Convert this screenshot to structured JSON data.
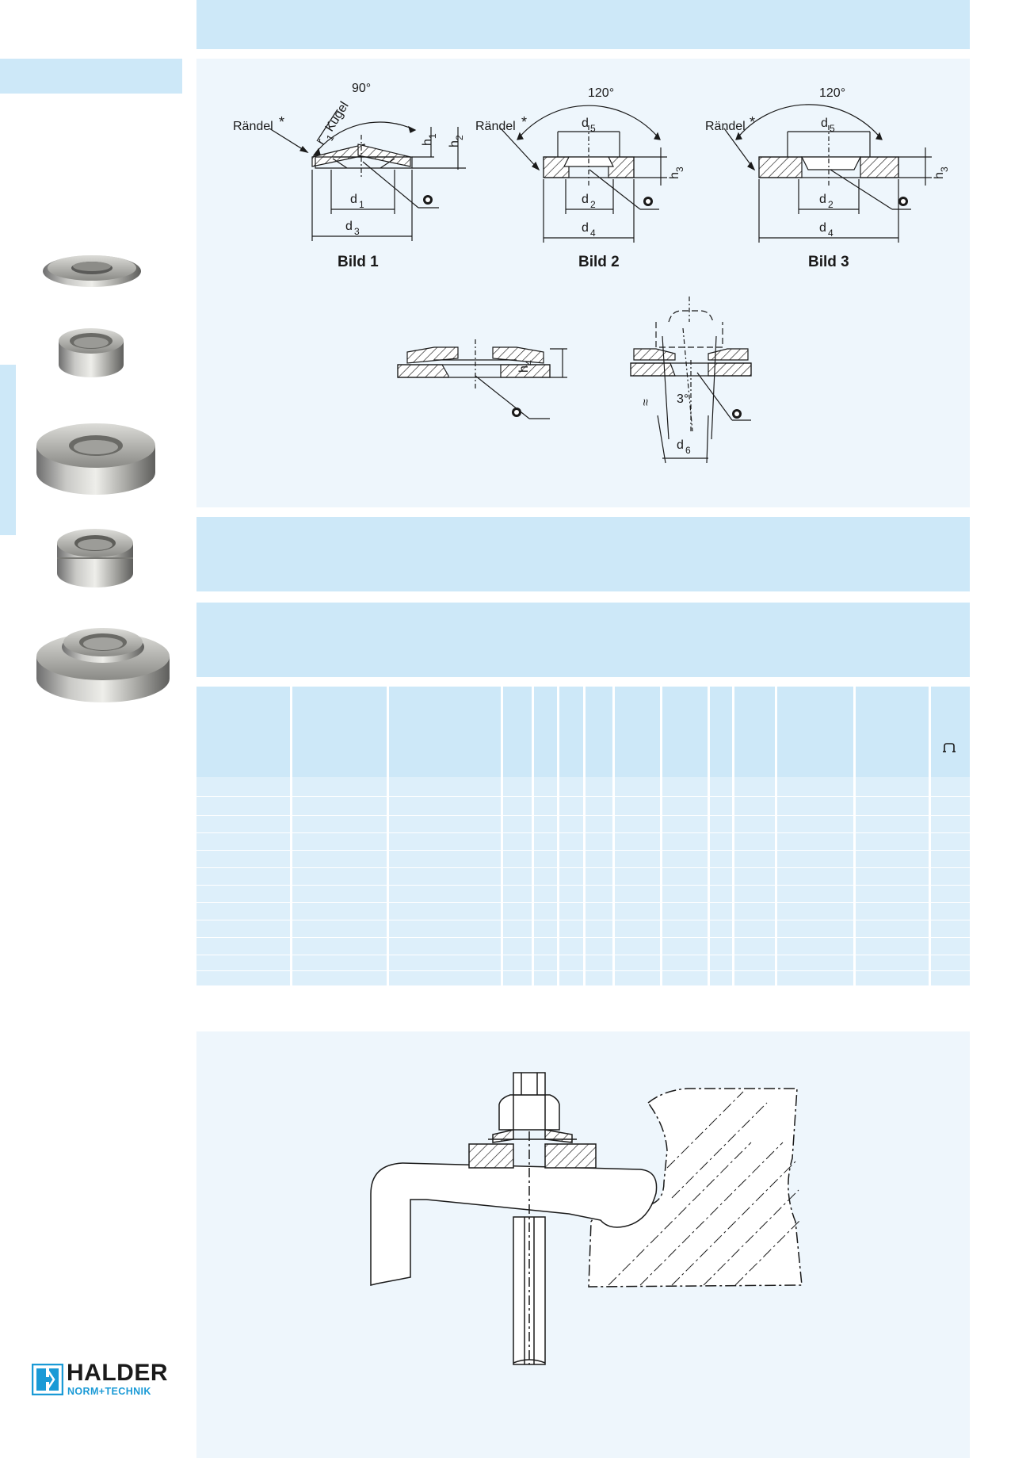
{
  "figure_labels": {
    "angle_90": "90°",
    "angle_120_a": "120°",
    "angle_120_b": "120°",
    "raendel_1": "Rändel",
    "raendel_2": "Rändel",
    "raendel_3": "Rändel",
    "asterisk": "*",
    "r_kugel": "r",
    "r_kugel_sub": "1",
    "kugel": "Kugel",
    "d1": "d",
    "d1_sub": "1",
    "d2": "d",
    "d2_sub": "2",
    "d3": "d",
    "d3_sub": "3",
    "d4": "d",
    "d4_sub": "4",
    "d5": "d",
    "d5_sub": "5",
    "d6": "d",
    "d6_sub": "6",
    "h1": "h",
    "h1_sub": "1",
    "h2": "h",
    "h2_sub": "2",
    "h3": "h",
    "h3_sub": "3",
    "h4": "h",
    "h4_sub": "4",
    "angle_3": "3°",
    "approx": "≈",
    "bild1": "Bild 1",
    "bild2": "Bild 2",
    "bild3": "Bild 3"
  },
  "table": {
    "last_col_icon": "weight-icon"
  },
  "logo": {
    "brand": "HALDER",
    "subline": "NORM+TECHNIK"
  },
  "colors": {
    "band": "#cde8f8",
    "panel": "#eef6fc",
    "brand_blue": "#1a9ad6"
  }
}
